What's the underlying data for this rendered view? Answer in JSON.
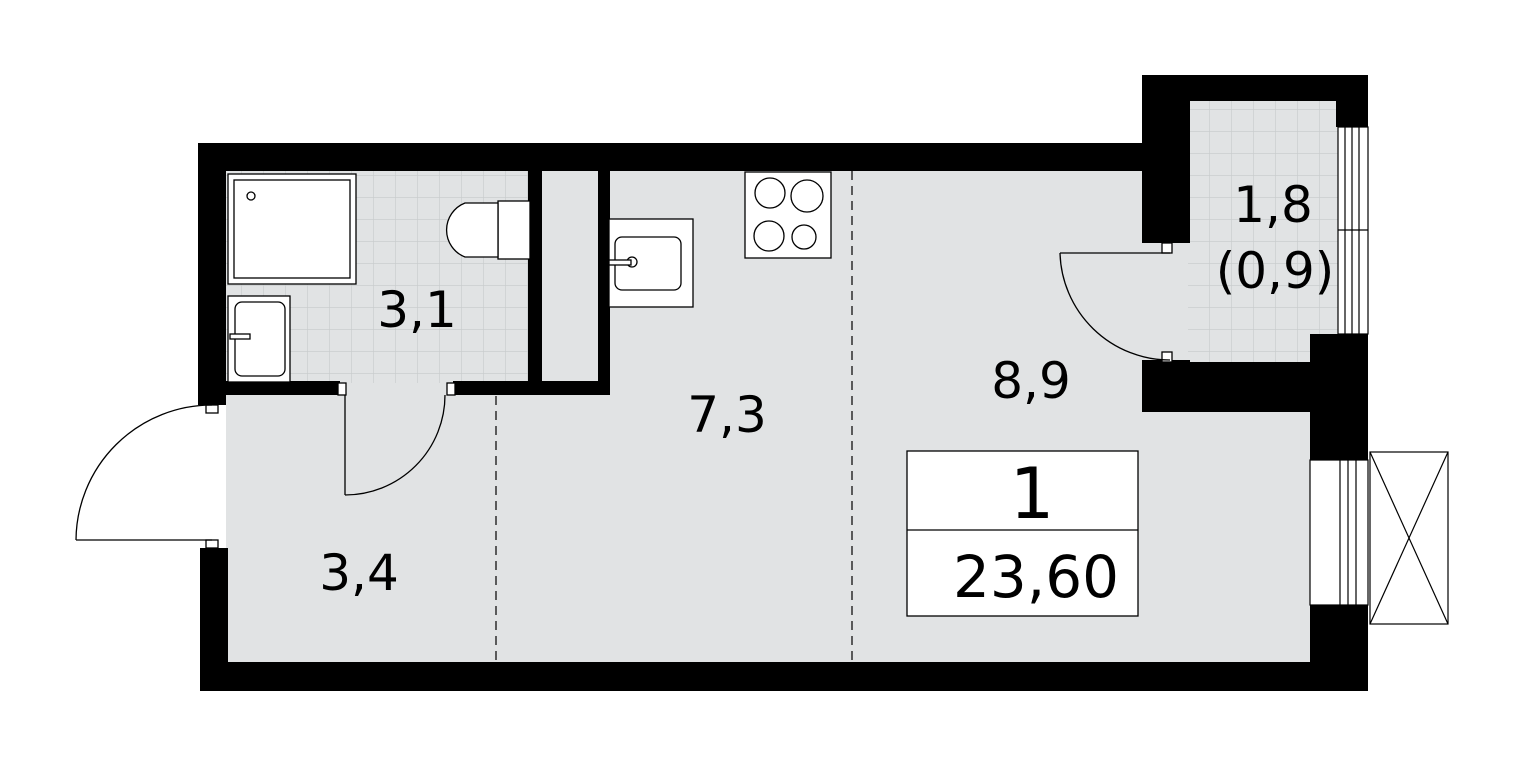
{
  "rooms": {
    "bathroom": {
      "area": "3,1"
    },
    "hall": {
      "area": "3,4"
    },
    "kitchen": {
      "area": "7,3"
    },
    "living": {
      "area": "8,9"
    },
    "balcony": {
      "area": "1,8",
      "reduced_area": "(0,9)"
    }
  },
  "summary": {
    "rooms_count": "1",
    "total_area": "23,60"
  },
  "colors": {
    "wall": "#000000",
    "floor": "#e1e3e4",
    "tile_line": "#c7cacb",
    "fixture_stroke": "#000000",
    "background": "#ffffff"
  }
}
